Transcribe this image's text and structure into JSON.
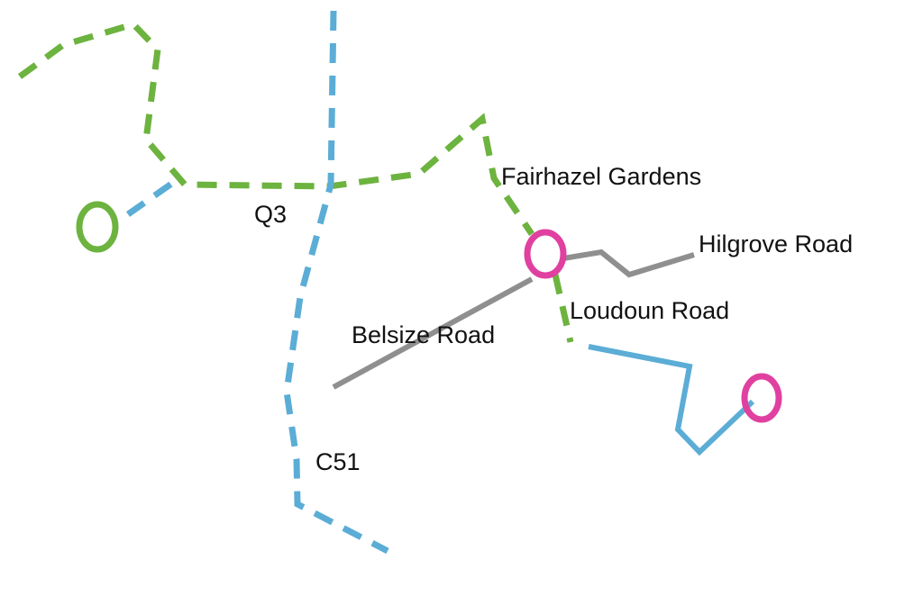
{
  "map": {
    "colors": {
      "green_route": "#6db33f",
      "blue_route": "#5badd6",
      "gray_road": "#8f8f8f",
      "pink_stop": "#e040a0",
      "green_stop": "#6db33f",
      "label": "#111111"
    },
    "routes": [
      {
        "id": "Q3",
        "label": "Q3",
        "style": "dashed",
        "color": "green"
      },
      {
        "id": "C51",
        "label": "C51",
        "style": "dashed",
        "color": "blue"
      }
    ],
    "streets": [
      {
        "label": "Fairhazel Gardens",
        "style": "dashed",
        "color": "green"
      },
      {
        "label": "Hilgrove Road",
        "style": "solid",
        "color": "gray"
      },
      {
        "label": "Loudoun Road",
        "style": "dashed",
        "color": "green"
      },
      {
        "label": "Belsize Road",
        "style": "solid",
        "color": "gray"
      }
    ],
    "labels": {
      "q3": "Q3",
      "c51": "C51",
      "fairhazel": "Fairhazel Gardens",
      "hilgrove": "Hilgrove Road",
      "loudoun": "Loudoun Road",
      "belsize": "Belsize Road"
    },
    "stops": [
      {
        "name": "green-stop",
        "color": "green"
      },
      {
        "name": "junction-stop",
        "color": "pink"
      },
      {
        "name": "end-stop",
        "color": "pink"
      }
    ]
  }
}
